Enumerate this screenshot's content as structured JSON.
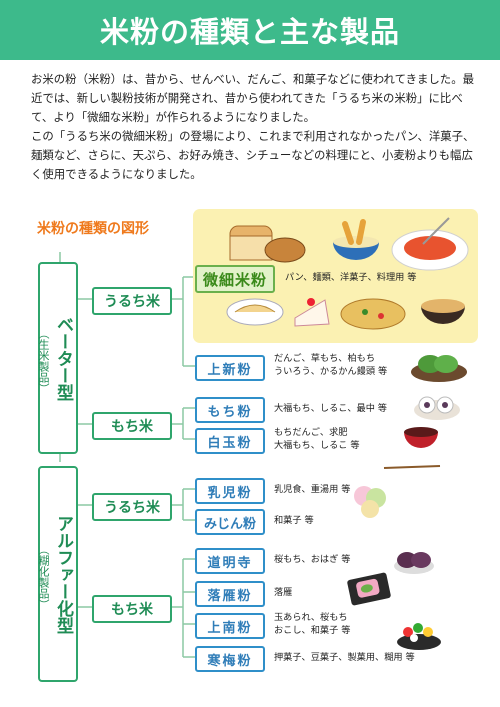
{
  "title": "米粉の種類と主な製品",
  "intro": {
    "p1": "お米の粉（米粉）は、昔から、せんべい、だんご、和菓子などに使われてきました。最近では、新しい製粉技術が開発され、昔から使われてきた「うるち米の米粉」に比べて、より「微細な米粉」が作られるようになりました。",
    "p2": "この「うるち米の微細米粉」の登場により、これまで利用されなかったパン、洋菓子、麺類など、さらに、天ぷら、お好み焼き、シチューなどの料理にと、小麦粉よりも幅広く使用できるようになりました。"
  },
  "section_title": "米粉の種類の図形",
  "beta": {
    "label": "ベーター型",
    "sub": "（生米製品）"
  },
  "alpha": {
    "label": "アルファー化型",
    "sub": "（糊化製品）"
  },
  "groups": {
    "beta_uruchi": "うるち米",
    "beta_mochi": "もち米",
    "alpha_uruchi": "うるち米",
    "alpha_mochi": "もち米"
  },
  "items": {
    "bisai": {
      "name": "微細米粉",
      "desc": "パン、麺類、洋菓子、料理用 等"
    },
    "joshin": {
      "name": "上新粉",
      "desc1": "だんご、草もち、柏もち",
      "desc2": "ういろう、かるかん饅頭 等"
    },
    "mochiko": {
      "name": "もち粉",
      "desc1": "大福もち、しるこ、最中 等"
    },
    "shiratama": {
      "name": "白玉粉",
      "desc1": "もちだんご、求肥",
      "desc2": "大福もち、しるこ 等"
    },
    "nyujiko": {
      "name": "乳児粉",
      "desc1": "乳児食、重湯用 等"
    },
    "mijinko": {
      "name": "みじん粉",
      "desc1": "和菓子 等"
    },
    "domyoji": {
      "name": "道明寺",
      "desc1": "桜もち、おはぎ 等"
    },
    "rakugan": {
      "name": "落雁粉",
      "desc1": "落雁"
    },
    "jonan": {
      "name": "上南粉",
      "desc1": "玉あられ、桜もち",
      "desc2": "おこし、和菓子 等"
    },
    "kanbai": {
      "name": "寒梅粉",
      "desc1": "押菓子、豆菓子、製菓用、糊用 等"
    }
  },
  "colors": {
    "banner": "#3dba8b",
    "green": "#2fa56c",
    "blue": "#2f8fc9",
    "orange": "#ef7a1d",
    "yellow": "#fbf1b2"
  }
}
